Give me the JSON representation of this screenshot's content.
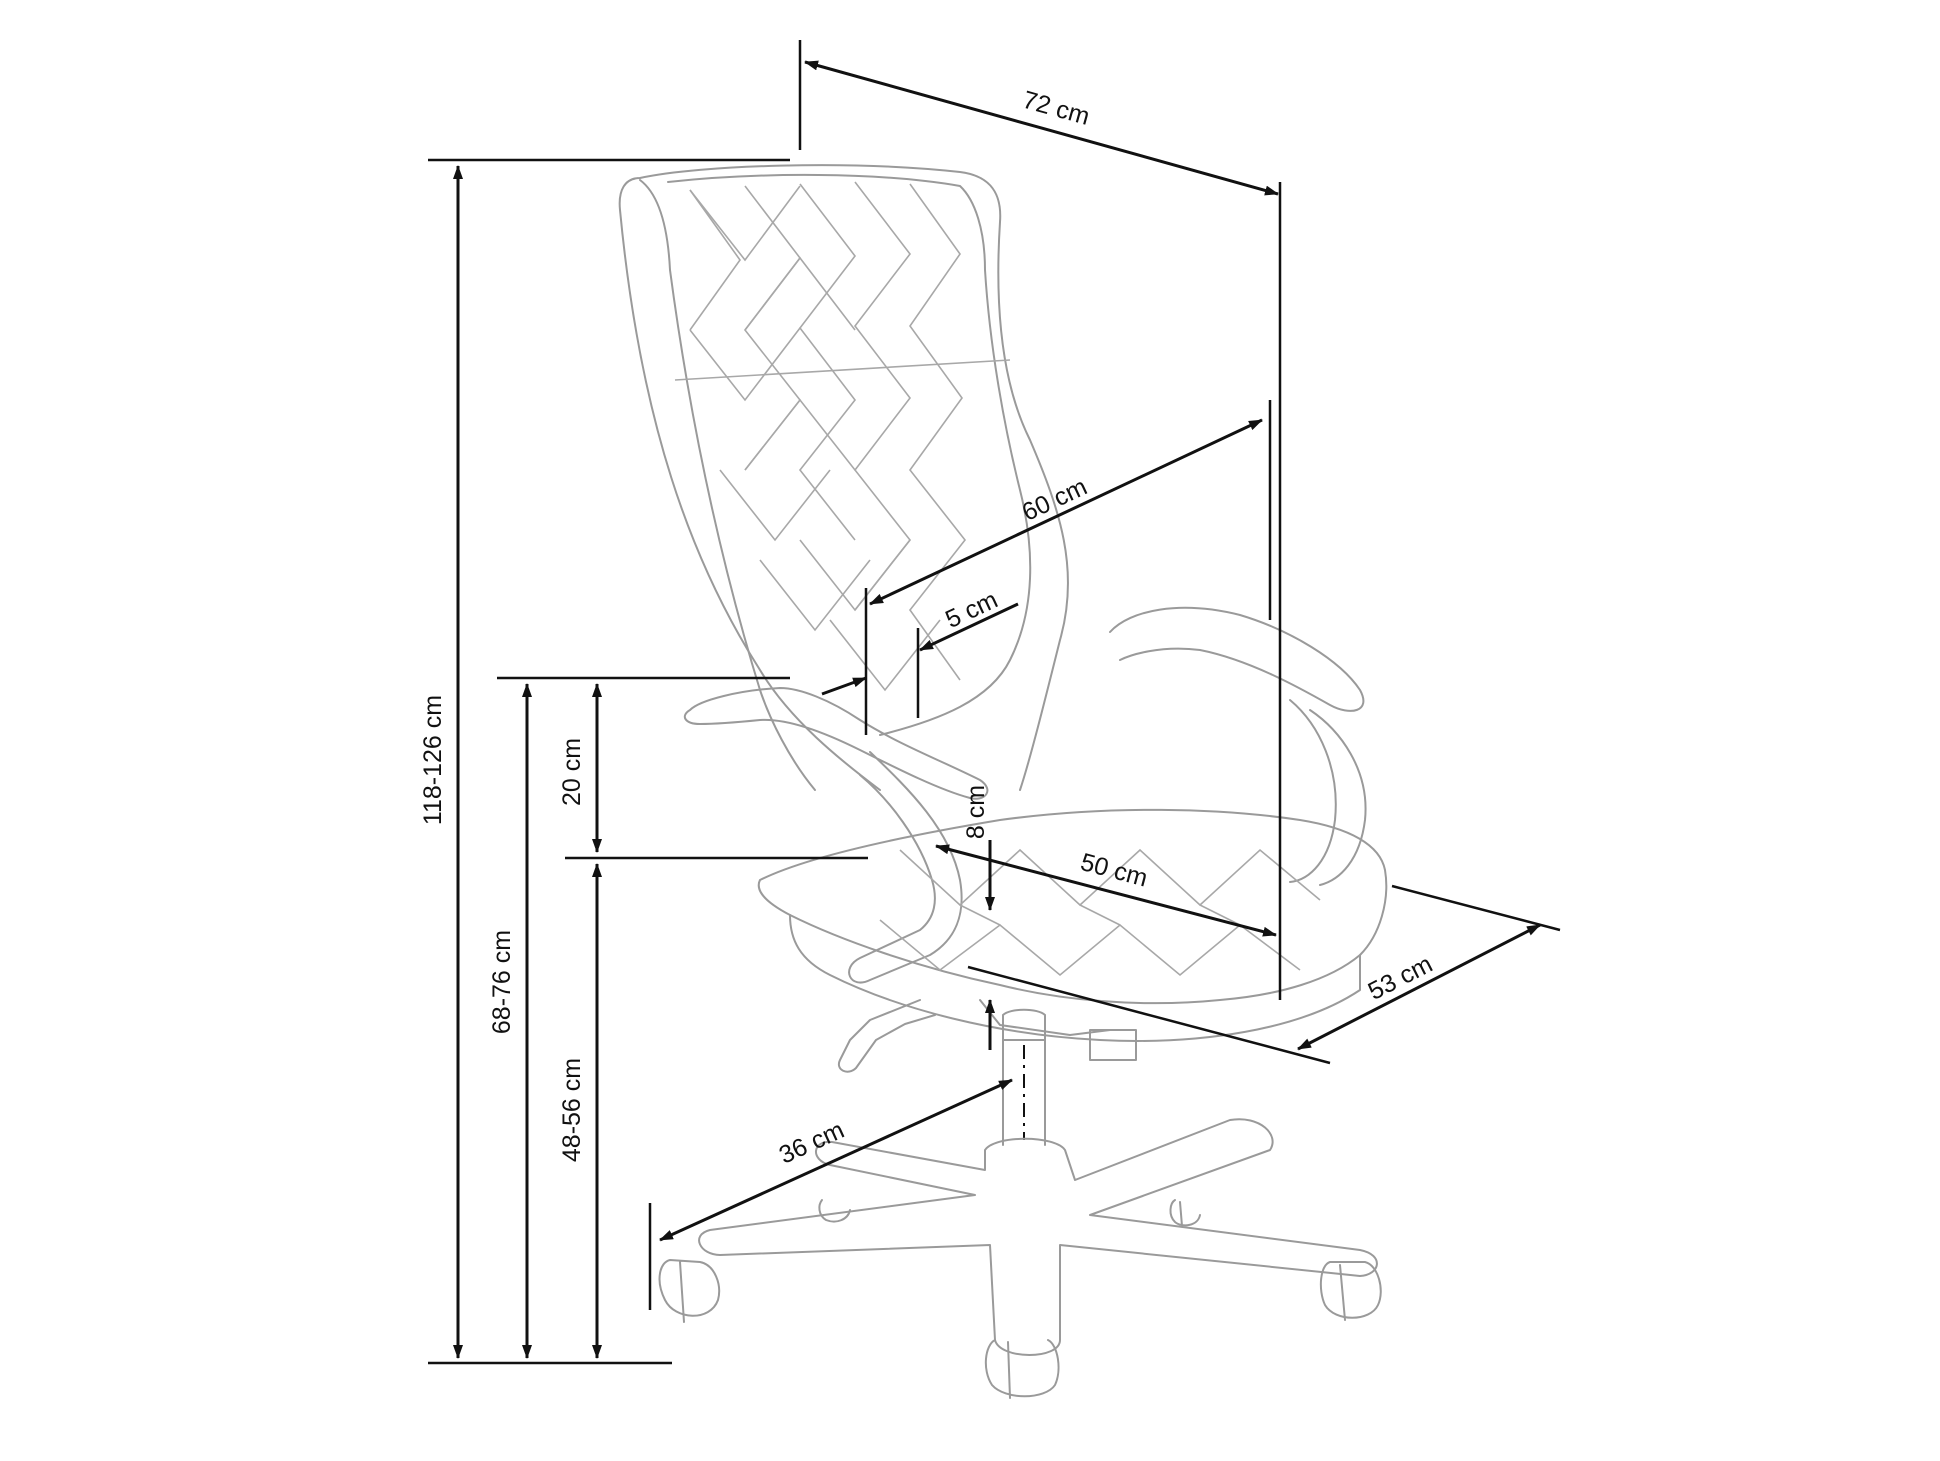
{
  "dimensions": {
    "width_top": "72 cm",
    "backrest_height": "60 cm",
    "backrest_thickness": "5 cm",
    "total_height": "118-126 cm",
    "armrest_floor_height": "68-76 cm",
    "armrest_seat_height": "20 cm",
    "seat_thickness": "8 cm",
    "seat_width": "50 cm",
    "seat_depth": "53 cm",
    "seat_height": "48-56 cm",
    "base_radius": "36 cm"
  },
  "colors": {
    "dimension_line": "#111111",
    "chair_outline": "#9a9a9a",
    "background": "#ffffff"
  }
}
